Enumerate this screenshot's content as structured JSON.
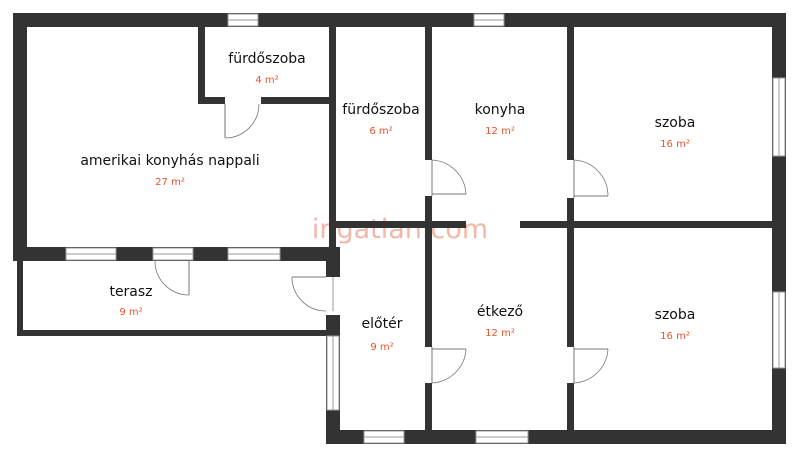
{
  "rooms": {
    "living": {
      "name": "amerikai konyhás nappali",
      "area": "27 m²"
    },
    "bath_small": {
      "name": "fürdőszoba",
      "area": "4 m²"
    },
    "bath": {
      "name": "fürdőszoba",
      "area": "6 m²"
    },
    "kitchen": {
      "name": "konyha",
      "area": "12 m²"
    },
    "room_top": {
      "name": "szoba",
      "area": "16 m²"
    },
    "terrace": {
      "name": "terasz",
      "area": "9 m²"
    },
    "hall": {
      "name": "előtér",
      "area": "9 m²"
    },
    "dining": {
      "name": "étkező",
      "area": "12 m²"
    },
    "room_bottom": {
      "name": "szoba",
      "area": "16 m²"
    }
  },
  "watermark": {
    "text": "ingatlan.com"
  },
  "colors": {
    "wall": "#333333",
    "area_text": "#e8542c",
    "watermark": "#f0a08a",
    "window": "#9a9a9a"
  }
}
